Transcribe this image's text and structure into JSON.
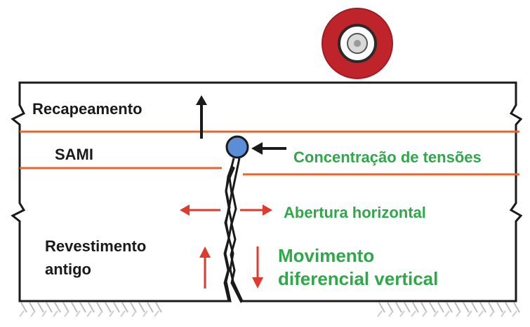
{
  "labels": {
    "overlay": "Recapeamento",
    "sami": "SAMI",
    "old_pavement_line1": "Revestimento",
    "old_pavement_line2": "antigo",
    "stress_concentration": "Concentração de tensões",
    "horizontal_opening": "Abertura horizontal",
    "vertical_movement_line1": "Movimento",
    "vertical_movement_line2": "diferencial vertical"
  },
  "colors": {
    "layer_line": "#e8642c",
    "arrow_red": "#e03a2e",
    "text_green": "#2fa84a",
    "text_black": "#1a1a1a",
    "wheel_outer": "#c0242b",
    "stress_point": "#5b8ed6"
  },
  "icons": {
    "wheel": "wheel-icon",
    "stress_point": "stress-concentration-point"
  }
}
